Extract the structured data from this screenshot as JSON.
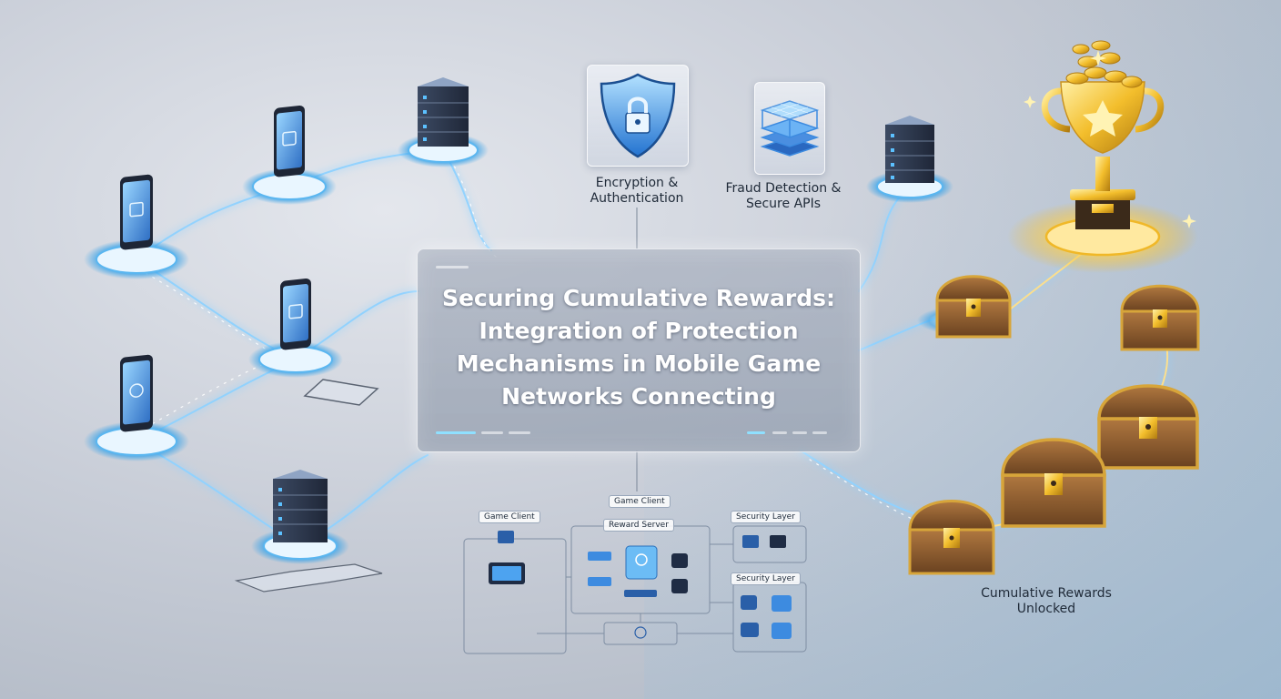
{
  "title": "Securing Cumulative Rewards: Integration of Protection Mechanisms in Mobile Game Networks Connecting",
  "labels": {
    "encryption": "Encryption & Authentication",
    "fraud": "Fraud Detection & Secure APIs",
    "rewards": "Cumulative Rewards Unlocked"
  },
  "diagram": {
    "game_client_top": "Game Client",
    "game_client_left": "Game Client",
    "reward_server": "Reward Server",
    "security_layer_1": "Security Layer",
    "security_layer_2": "Security Layer"
  },
  "icons": [
    "phone-icon",
    "server-icon",
    "shield-lock-icon",
    "fraud-grid-icon",
    "trophy-icon",
    "treasure-chest-icon"
  ],
  "colors": {
    "glow": "#7fd0ff",
    "link": "#8fd2ff",
    "gold": "#f2c23a",
    "chest_wood": "#8a5a2b"
  }
}
